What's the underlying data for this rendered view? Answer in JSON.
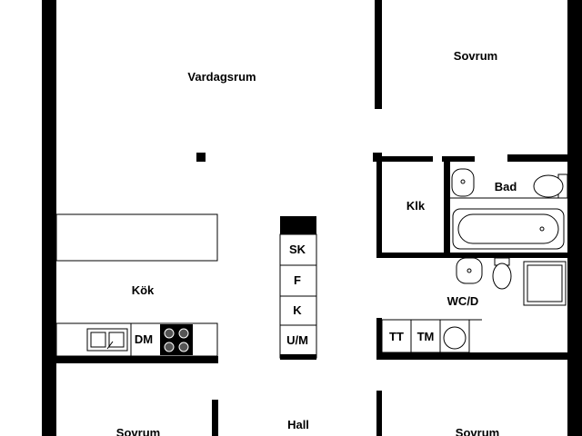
{
  "rooms": {
    "vardagsrum": "Vardagsrum",
    "sovrum_top_right": "Sovrum",
    "klk": "Klk",
    "bad": "Bad",
    "kok": "Kök",
    "wc_d": "WC/D",
    "hall": "Hall",
    "sovrum_bottom_left": "Sovrum",
    "sovrum_bottom_right": "Sovrum"
  },
  "fixtures": {
    "dm": "DM",
    "sk": "SK",
    "f": "F",
    "k": "K",
    "um": "U/M",
    "tt": "TT",
    "tm": "TM"
  },
  "colors": {
    "wall": "#000000",
    "background": "#ffffff"
  }
}
